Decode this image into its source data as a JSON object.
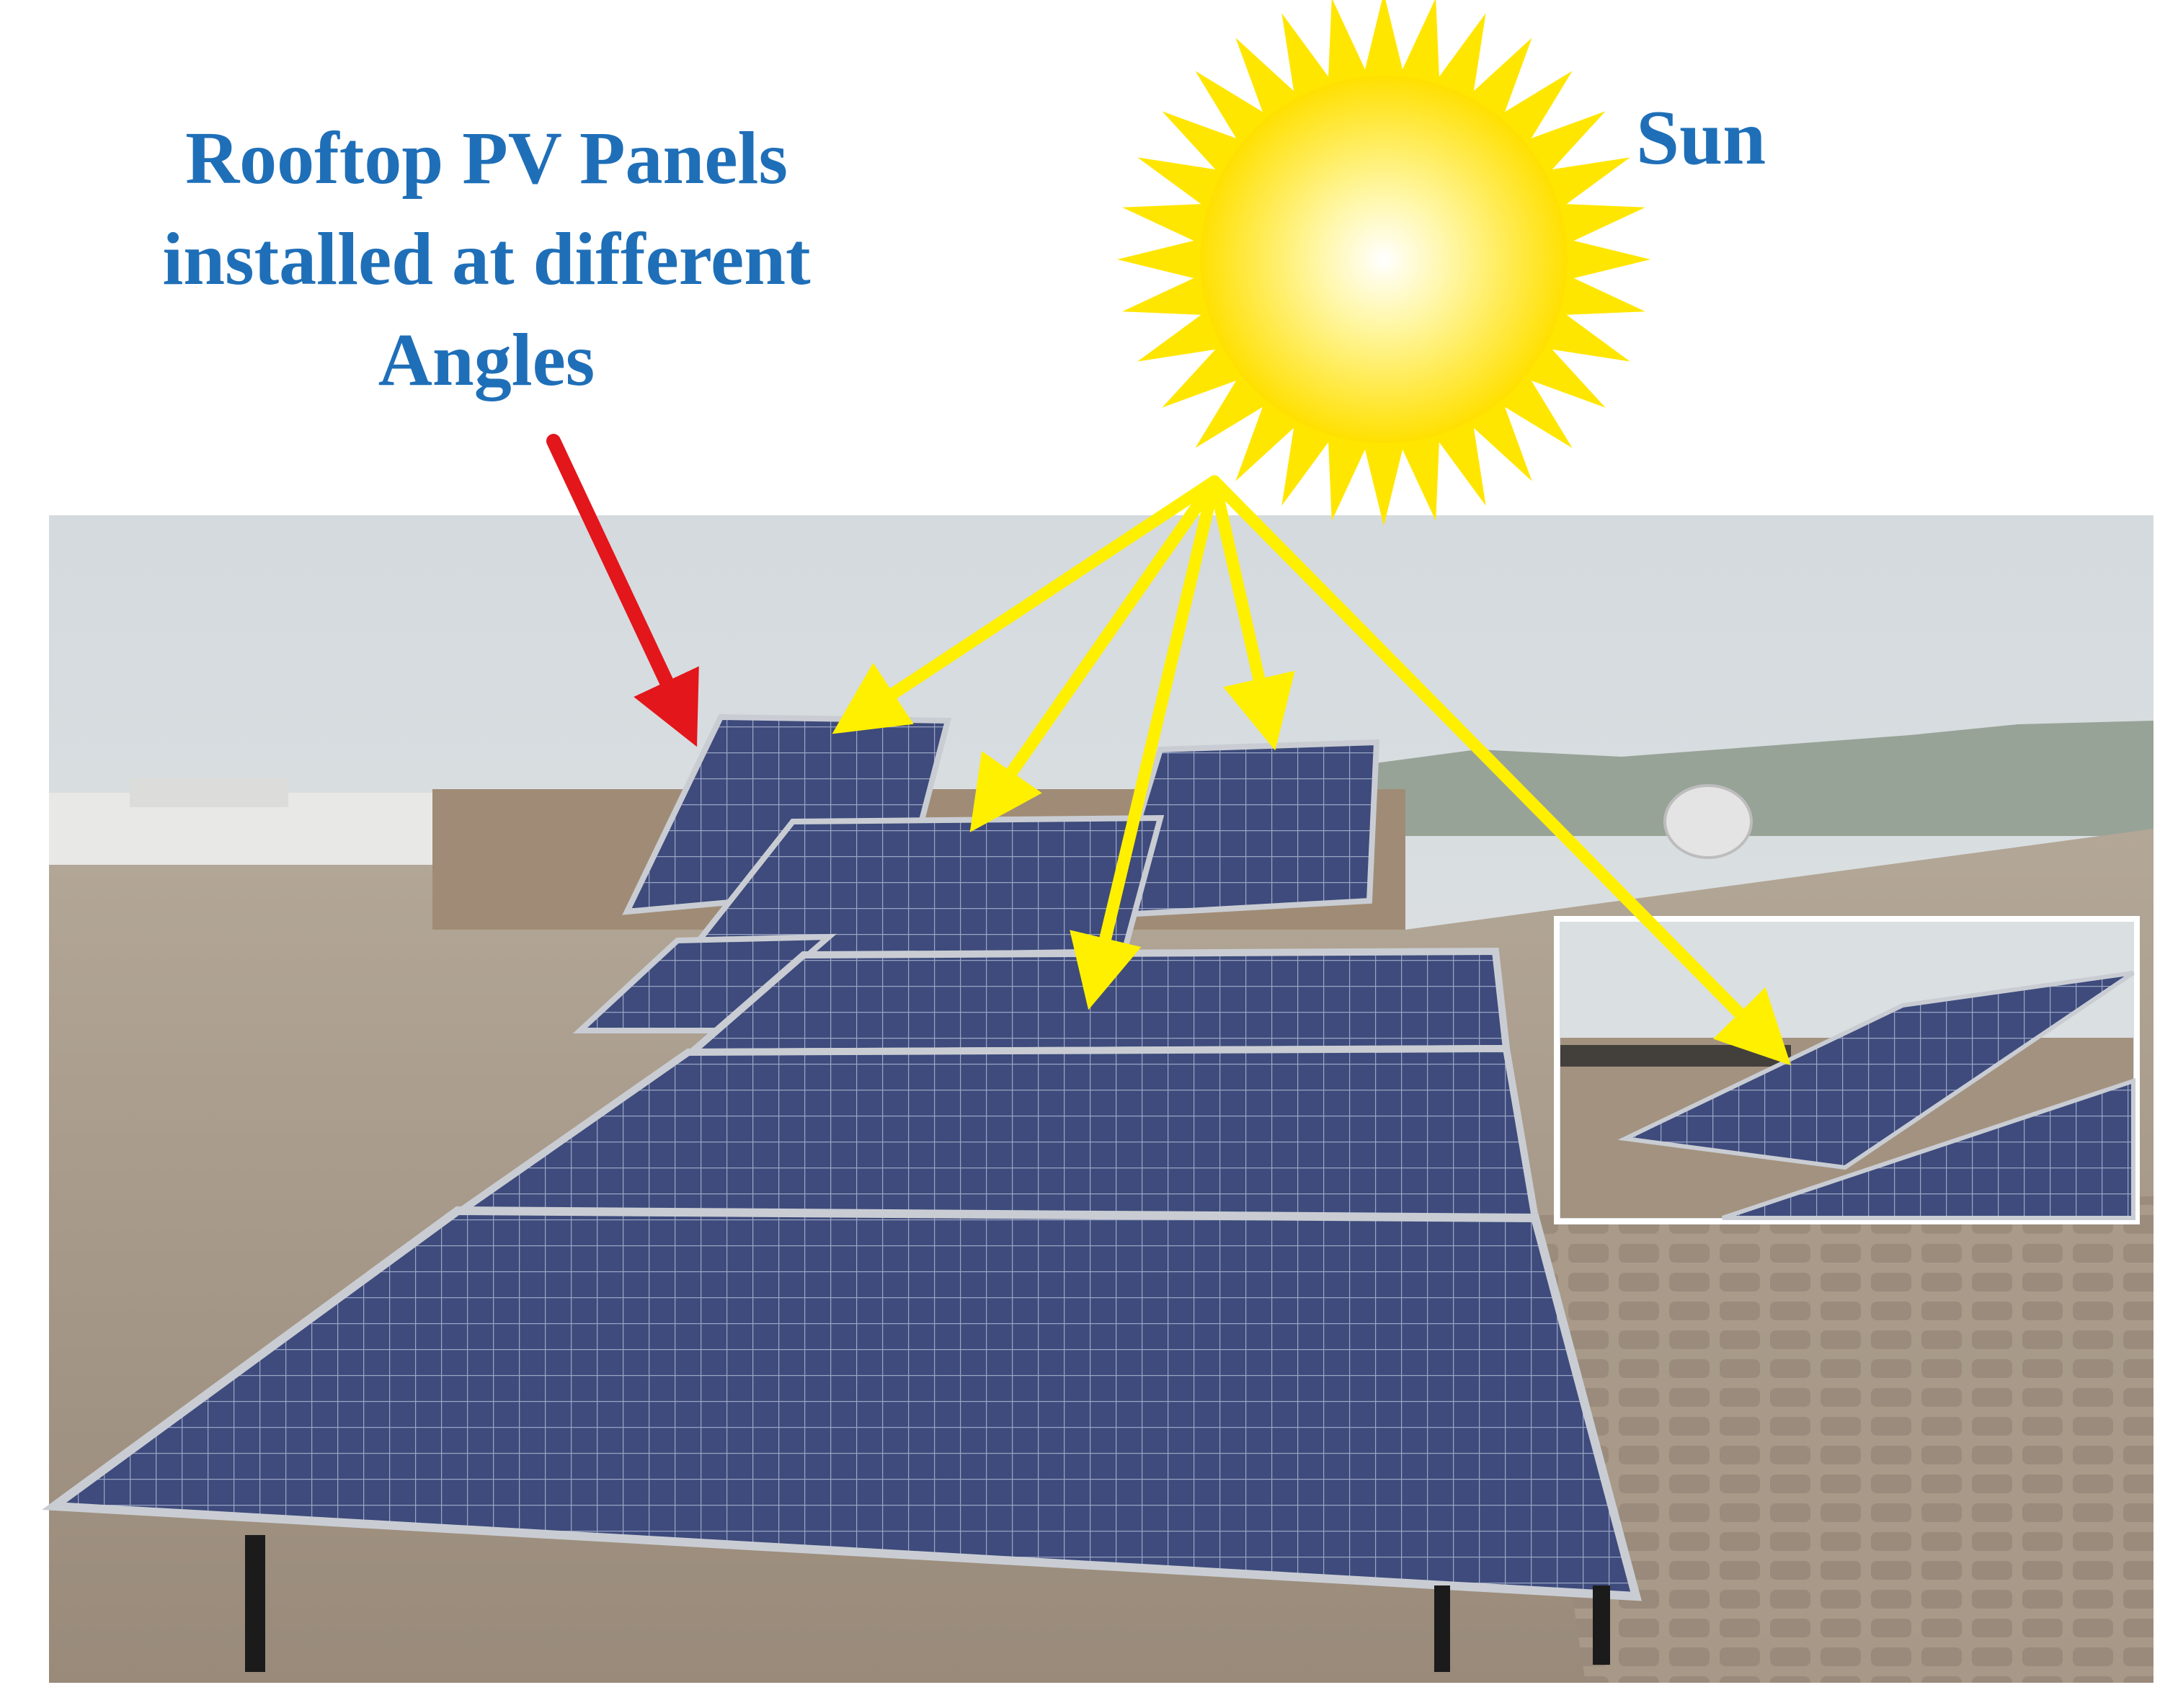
{
  "caption": {
    "lines": [
      "Rooftop PV Panels",
      "installed at different",
      "Angles"
    ]
  },
  "sun_label": "Sun",
  "colors": {
    "caption_text": "#1f6fb8",
    "sun_rays": "#ffe600",
    "sun_core": "#ffffff",
    "light_arrows": "#fff000",
    "pointer_arrow": "#e3161b",
    "sky": "#dde3e7",
    "roof": "#a8998a",
    "panel": "#3c4a7a",
    "panel_frame": "#c9cdd3"
  },
  "icons": {
    "sun": "sun-icon",
    "pointer": "red-arrow-icon"
  }
}
